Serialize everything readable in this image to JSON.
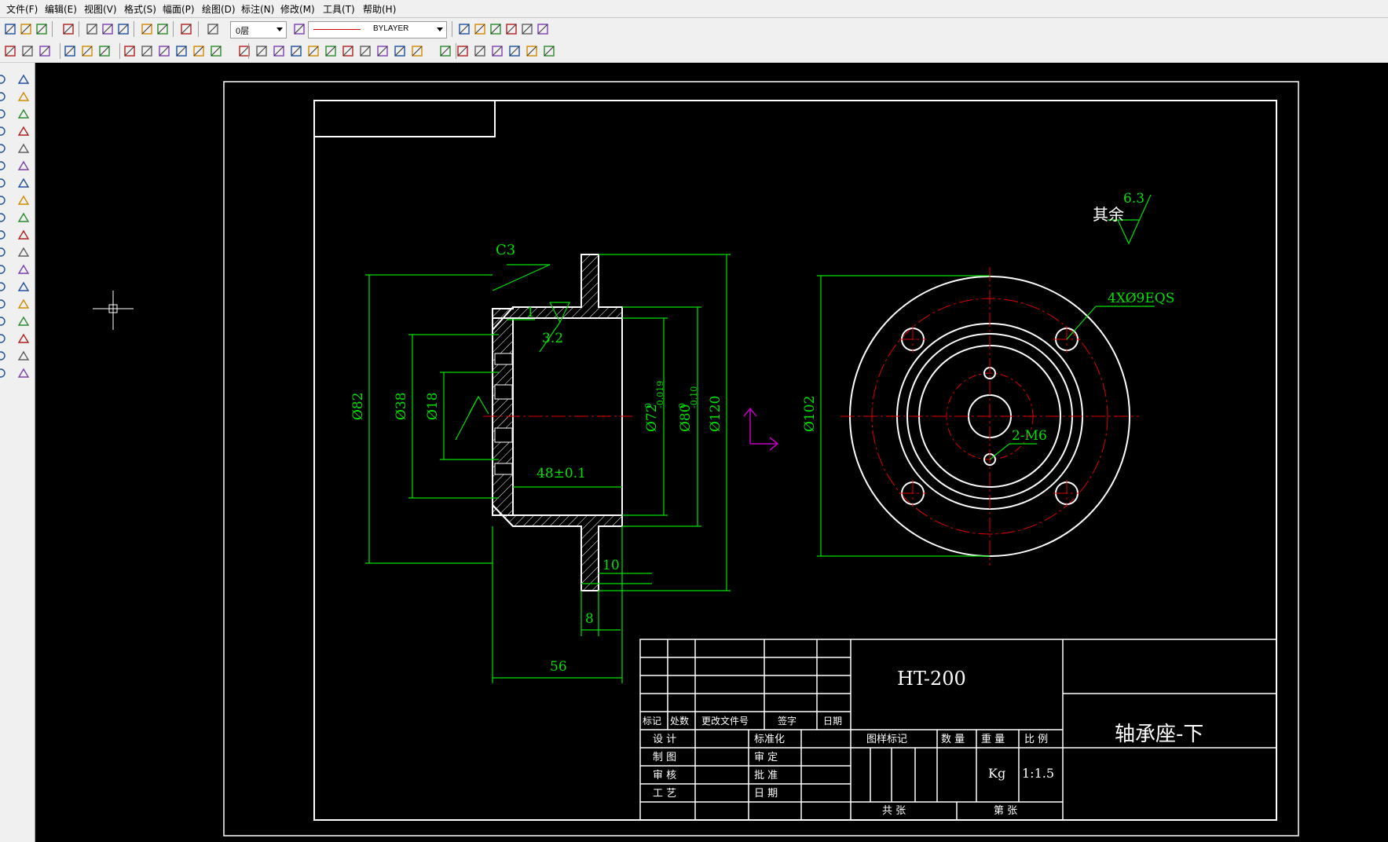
{
  "menu": [
    "文件(F)",
    "编辑(E)",
    "视图(V)",
    "格式(S)",
    "幅面(P)",
    "绘图(D)",
    "标注(N)",
    "修改(M)",
    "工具(T)",
    "帮助(H)"
  ],
  "toolbar": {
    "layer_value": "0层",
    "linetype_value": "BYLAYER"
  },
  "icons": {
    "top_row": [
      "new-file-icon",
      "open-folder-icon",
      "save-icon",
      "print-icon",
      "cut-icon",
      "copy-icon",
      "paste-icon",
      "undo-icon",
      "redo-icon",
      "help-icon",
      "layer-icon",
      "linetype-icon",
      "snap-icon",
      "ortho-icon",
      "polar-icon",
      "grid-icon",
      "osnap-icon",
      "properties-icon"
    ],
    "second_row": [
      "zoom-window-icon",
      "zoom-all-icon",
      "zoom-extents-icon",
      "text-style-icon",
      "text-icon",
      "block-icon",
      "arc-icon",
      "spline-icon",
      "ray-icon",
      "pointer-icon",
      "circles-icon",
      "move-icon",
      "dim-linear-icon",
      "dim-angle-icon",
      "dim-radius-icon",
      "dim-diameter-icon",
      "dim-ordinate-icon",
      "dim-baseline-icon",
      "dim-continue-icon",
      "tolerance-icon",
      "leader-icon",
      "dim-edit-icon",
      "dim-text-icon",
      "pan-icon",
      "measure-icon",
      "redraw-icon",
      "zoom-in-icon",
      "zoom-out-icon",
      "zoom-prev-icon",
      "zoom-realtime-icon"
    ],
    "left_col_a": [
      "line-icon",
      "double-line-icon",
      "circle-icon",
      "arc-icon",
      "spline-icon",
      "rectangle-icon",
      "ellipse-icon",
      "polygon-icon",
      "donut-icon",
      "hatch-icon",
      "polyline-icon",
      "revcloud-icon",
      "region-icon",
      "point-icon",
      "text-a-icon",
      "insert-block-icon",
      "wipeout-icon",
      "center-mark-icon"
    ],
    "left_col_b": [
      "erase-icon",
      "move-icon",
      "copy-object-icon",
      "mirror-icon",
      "rotate-icon",
      "array-icon",
      "scale-icon",
      "trim-icon",
      "fillet-icon",
      "break-icon",
      "extend-icon",
      "stretch-icon",
      "explode-icon",
      "offset-icon",
      "lengthen-icon",
      "align-icon",
      "chamfer-icon",
      "match-properties-icon"
    ]
  },
  "drawing": {
    "dims_section": {
      "chamfer": "C3",
      "step": "1",
      "roughness": "3.2",
      "dia82": "Ø82",
      "dia38": "Ø38",
      "dia18": "Ø18",
      "len48": "48±0.1",
      "dia72": "Ø72",
      "dia72_tol_upper": "0",
      "dia72_tol_lower": "-0.019",
      "dia80": "Ø80",
      "dia80_tol_upper": "0",
      "dia80_tol_lower": "-0.10",
      "dia120": "Ø120",
      "flange10": "10",
      "len8": "8",
      "len56": "56"
    },
    "dims_front": {
      "dia102": "Ø102",
      "holes": "4XØ9EQS",
      "threads": "2-M6"
    },
    "surface_note": {
      "label": "其余",
      "value": "6.3"
    }
  },
  "title_block": {
    "material": "HT-200",
    "part_name": "轴承座-下",
    "headers": [
      "标记",
      "处数",
      "更改文件号",
      "签字",
      "日期"
    ],
    "rows_left": [
      "设  计",
      "制  图",
      "审  核",
      "工  艺"
    ],
    "rows_mid": [
      "标准化",
      "审  定",
      "批  准",
      "日  期"
    ],
    "col_headers": [
      "图样标记",
      "数 量",
      "重 量",
      "比 例"
    ],
    "weight_unit": "Kg",
    "scale": "1:1.5",
    "sheets_total": "共    张",
    "sheet_no": "第    张"
  },
  "colors": {
    "canvas": "#000000",
    "outline": "#ffffff",
    "dimension": "#00e000",
    "centerline": "#e00000",
    "ucs": "#c000c0"
  }
}
